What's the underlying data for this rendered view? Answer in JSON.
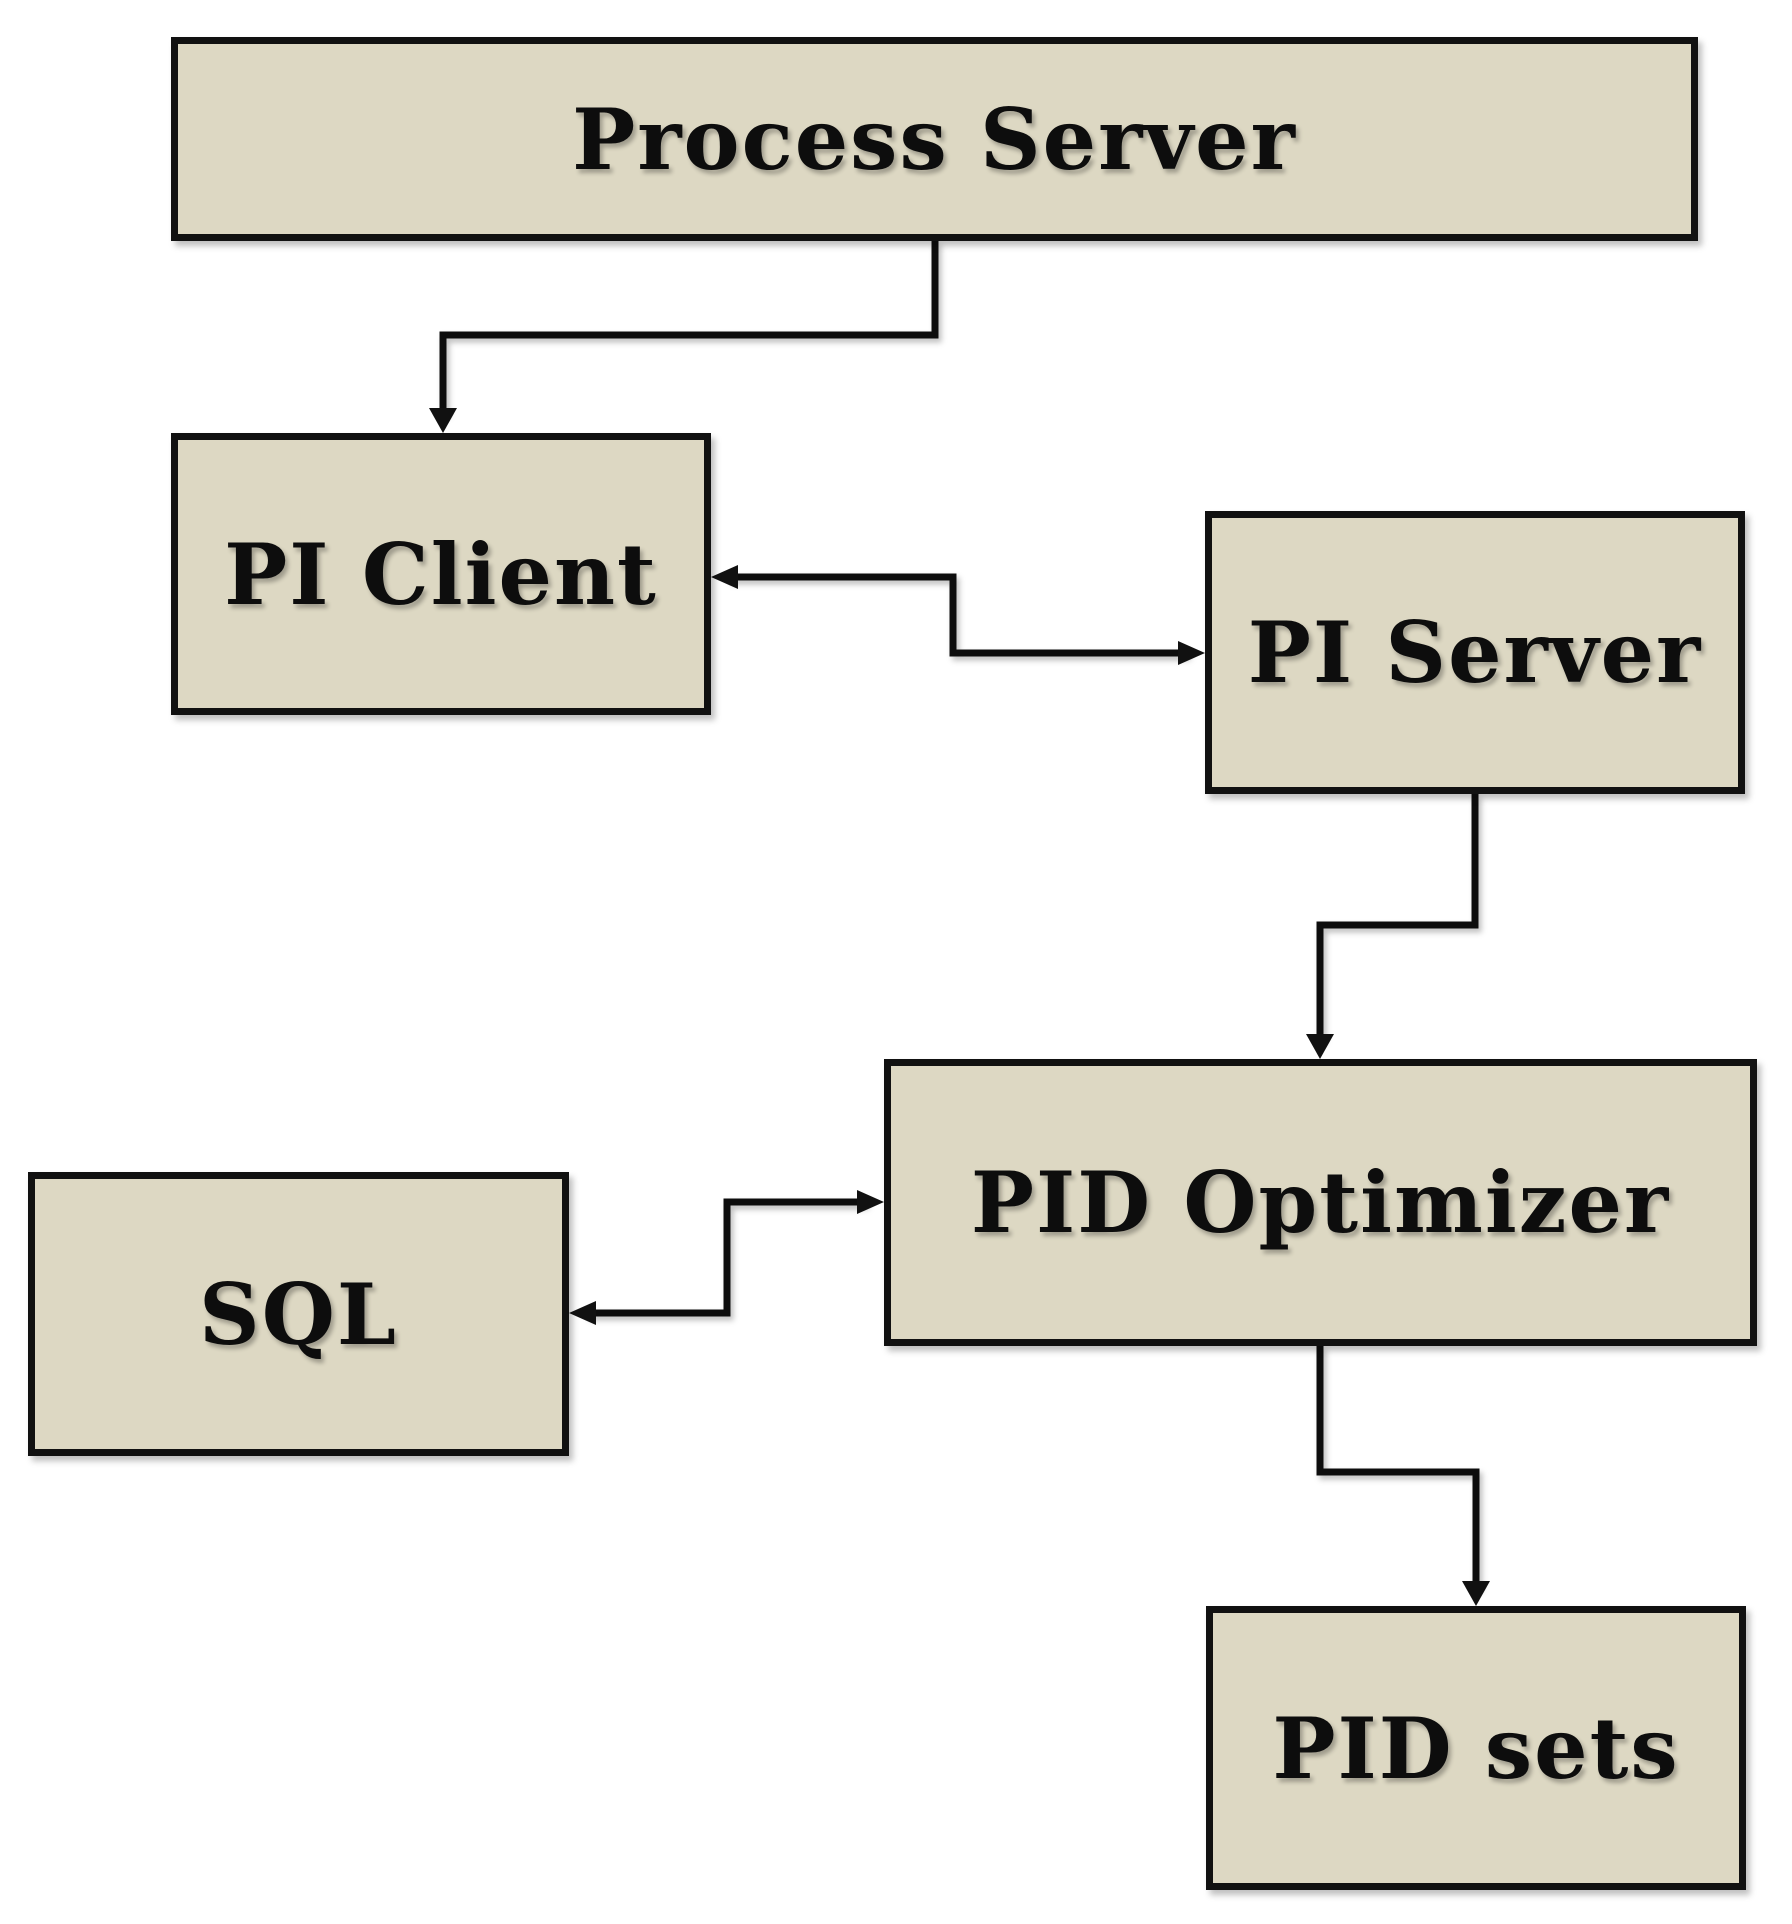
{
  "diagram": {
    "nodes": {
      "process_server": "Process Server",
      "pi_client": "PI Client",
      "pi_server": "PI Server",
      "pid_optimizer": "PID Optimizer",
      "sql": "SQL",
      "pid_sets": "PID sets"
    },
    "edges": [
      {
        "from": "Process Server",
        "to": "PI Client",
        "direction": "one-way"
      },
      {
        "from": "PI Client",
        "to": "PI Server",
        "direction": "two-way"
      },
      {
        "from": "PI Server",
        "to": "PID Optimizer",
        "direction": "one-way"
      },
      {
        "from": "PID Optimizer",
        "to": "SQL",
        "direction": "two-way"
      },
      {
        "from": "PID Optimizer",
        "to": "PID sets",
        "direction": "one-way"
      }
    ],
    "colors": {
      "box_fill": "#ddd8c3",
      "box_border": "#111111",
      "connector": "#111111",
      "background": "#ffffff"
    }
  }
}
